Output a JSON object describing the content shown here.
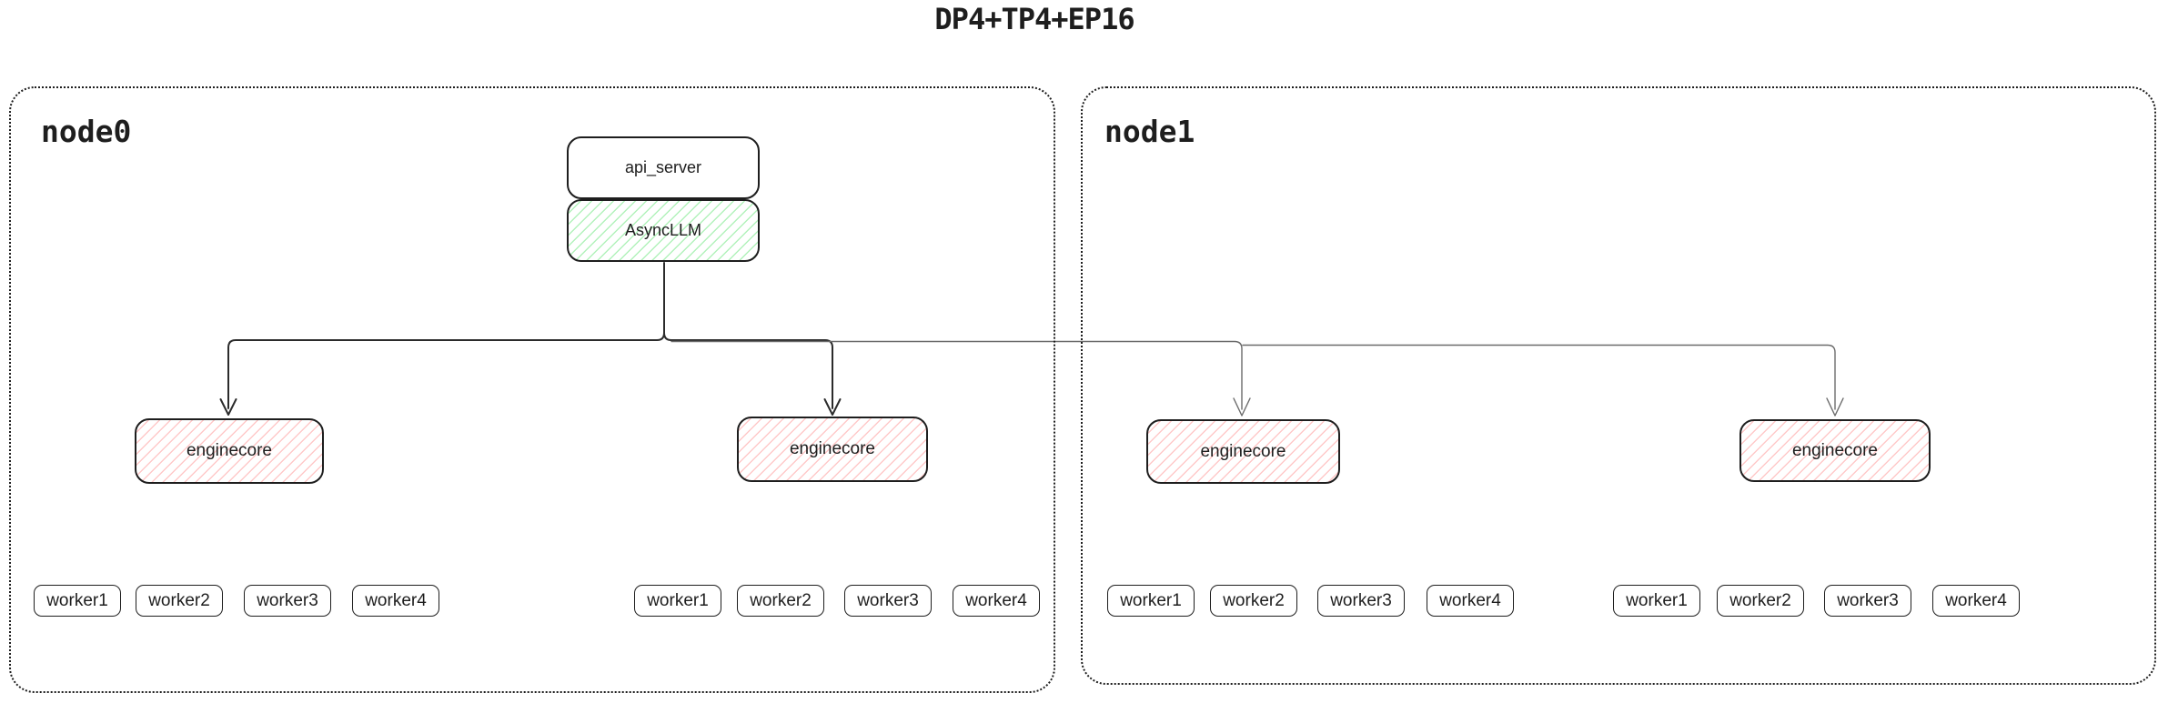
{
  "title": "DP4+TP4+EP16",
  "node0": {
    "label": "node0",
    "api_server_label": "api_server",
    "asyncllm_label": "AsyncLLM",
    "enginecores": [
      "enginecore",
      "enginecore"
    ],
    "worker_groups": [
      [
        "worker1",
        "worker2",
        "worker3",
        "worker4"
      ],
      [
        "worker1",
        "worker2",
        "worker3",
        "worker4"
      ]
    ]
  },
  "node1": {
    "label": "node1",
    "enginecores": [
      "enginecore",
      "enginecore"
    ],
    "worker_groups": [
      [
        "worker1",
        "worker2",
        "worker3",
        "worker4"
      ],
      [
        "worker1",
        "worker2",
        "worker3",
        "worker4"
      ]
    ]
  },
  "connections": [
    {
      "from": "AsyncLLM",
      "to": "node0 enginecore 1",
      "style": "solid-dark"
    },
    {
      "from": "AsyncLLM",
      "to": "node0 enginecore 2",
      "style": "solid-dark"
    },
    {
      "from": "AsyncLLM",
      "to": "node1 enginecore 1",
      "style": "solid-light"
    },
    {
      "from": "AsyncLLM",
      "to": "node1 enginecore 2",
      "style": "solid-light"
    }
  ],
  "colors": {
    "background": "#ffffff",
    "stroke": "#1e1e1e",
    "asyncllm_hatch": "#b2f2bb",
    "enginecore_hatch": "#ffc9c9",
    "connector_dark": "#2b2b2b",
    "connector_light": "#6b6b6b"
  }
}
